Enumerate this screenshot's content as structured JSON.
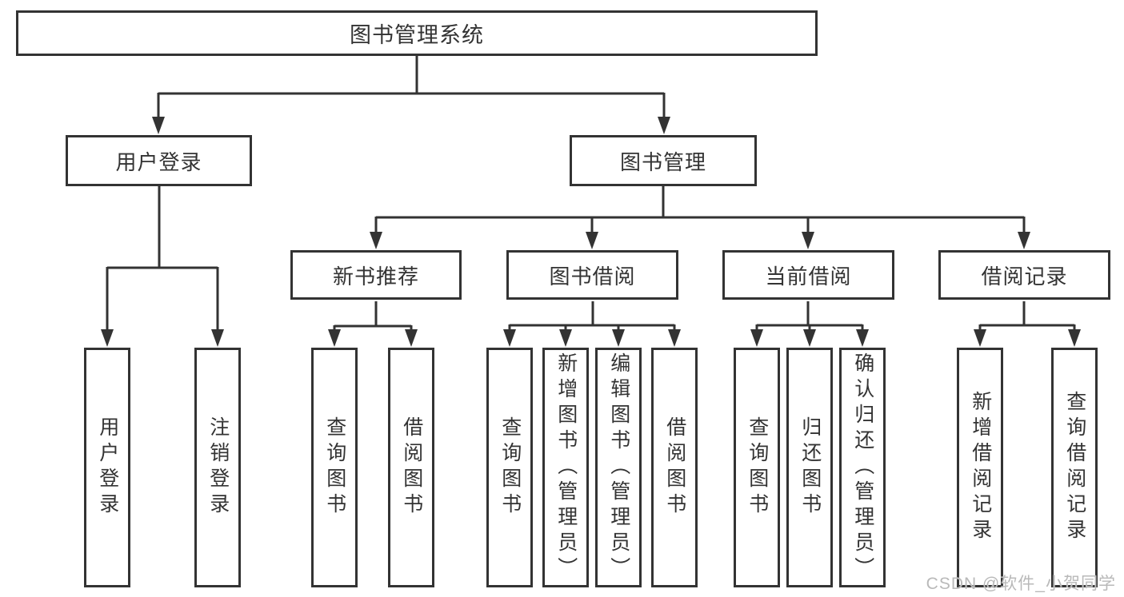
{
  "diagram": {
    "root": {
      "label": "图书管理系统"
    },
    "branches": [
      {
        "label": "用户登录",
        "children": [
          {
            "label": "用户登录"
          },
          {
            "label": "注销登录"
          }
        ]
      },
      {
        "label": "图书管理",
        "children": [
          {
            "label": "新书推荐",
            "children": [
              {
                "label": "查询图书"
              },
              {
                "label": "借阅图书"
              }
            ]
          },
          {
            "label": "图书借阅",
            "children": [
              {
                "label": "查询图书"
              },
              {
                "label": "新增图书（管理员）"
              },
              {
                "label": "编辑图书（管理员）"
              },
              {
                "label": "借阅图书"
              }
            ]
          },
          {
            "label": "当前借阅",
            "children": [
              {
                "label": "查询图书"
              },
              {
                "label": "归还图书"
              },
              {
                "label": "确认归还（管理员）"
              }
            ]
          },
          {
            "label": "借阅记录",
            "children": [
              {
                "label": "新增借阅记录"
              },
              {
                "label": "查询借阅记录"
              }
            ]
          }
        ]
      }
    ],
    "watermark": "CSDN @软件_小贺同学"
  },
  "colors": {
    "line": "#333333",
    "box_border": "#333333",
    "text": "#333333",
    "background": "#ffffff",
    "watermark": "#b9b9b9"
  }
}
